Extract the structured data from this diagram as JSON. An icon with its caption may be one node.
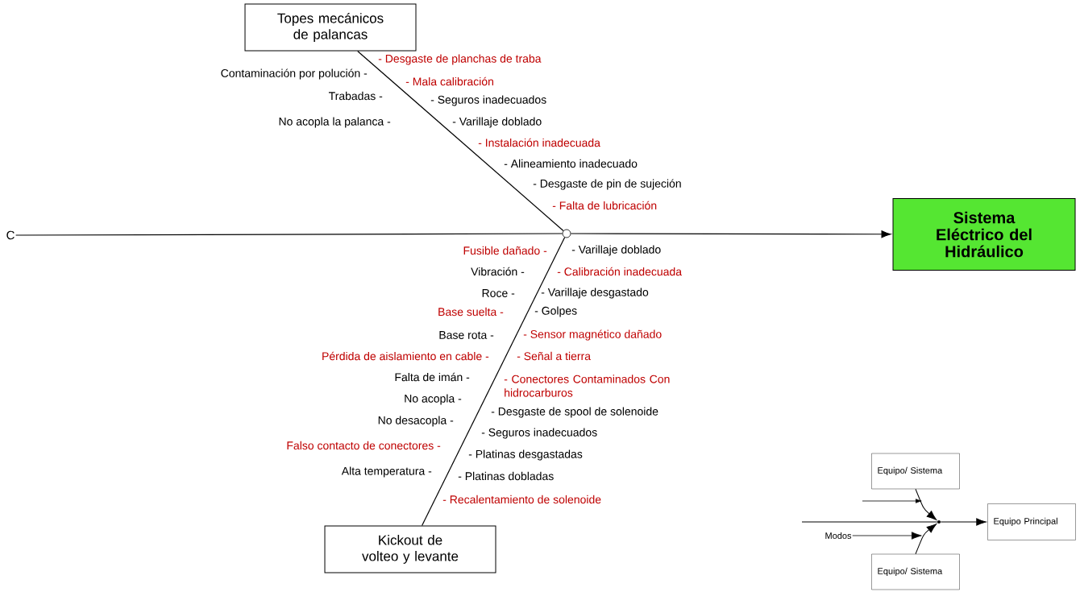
{
  "diagram": {
    "nodes": [
      {
        "text": [
          "C"
        ]
      },
      {
        "text": [],
        "shape": "circle"
      },
      {
        "text": [
          "Sistema Eléctrico del Hidráulico"
        ]
      },
      {
        "text": [
          "Topes mecánicos de palancas"
        ]
      },
      {
        "text": [
          "Kickout de volteo y levante"
        ]
      },
      {
        "text": [
          "Equipo/ Sistema"
        ]
      },
      {
        "text": [
          "Equipo Principal"
        ]
      },
      {
        "text": [
          "Equipo/ Sistema"
        ]
      },
      {
        "text": [
          "Modos"
        ]
      },
      {
        "text": [],
        "shape": "dot"
      }
    ],
    "edges": [
      {
        "from": 0,
        "to": 1,
        "arrow": "none"
      },
      {
        "from": 1,
        "to": 2,
        "arrow": "to"
      },
      {
        "from": 3,
        "to": 1,
        "arrow": "none"
      },
      {
        "from": 4,
        "to": 1,
        "arrow": "none"
      },
      {
        "from": null,
        "to": 9,
        "arrow": "none"
      },
      {
        "from": 9,
        "to": 6,
        "arrow": "to"
      },
      {
        "from": 5,
        "to": 9,
        "arrow": "to"
      },
      {
        "from": 7,
        "to": 9,
        "arrow": "to"
      },
      {
        "from": 8,
        "to": null,
        "arrow": "to"
      }
    ],
    "labels": [
      "Contaminación por polución -",
      "Trabadas -",
      "No acopla la palanca -",
      "- Desgaste de planchas de traba",
      "- Mala calibración",
      "- Seguros inadecuados",
      "- Varillaje doblado",
      "- Instalación inadecuada",
      "- Alineamiento inadecuado",
      "- Desgaste de pin de sujeción",
      "- Falta de lubricación",
      "Fusible dañado -",
      "Vibración -",
      "Roce -",
      "Base suelta -",
      "Base rota -",
      "Pérdida de aislamiento en cable -",
      "Falta de imán -",
      "No acopla -",
      "No desacopla -",
      "Falso contacto de conectores -",
      "Alta temperatura -",
      "- Varillaje doblado",
      "- Calibración inadecuada",
      "- Varillaje desgastado",
      "- Golpes",
      "- Sensor magnético dañado",
      "- Señal a tierra",
      "- Conectores Contaminados Con hidrocarburos",
      "- Desgaste de spool de solenoide",
      "- Seguros inadecuados",
      "- Platinas desgastadas",
      "- Platinas dobladas",
      "- Recalentamiento de solenoide"
    ]
  }
}
